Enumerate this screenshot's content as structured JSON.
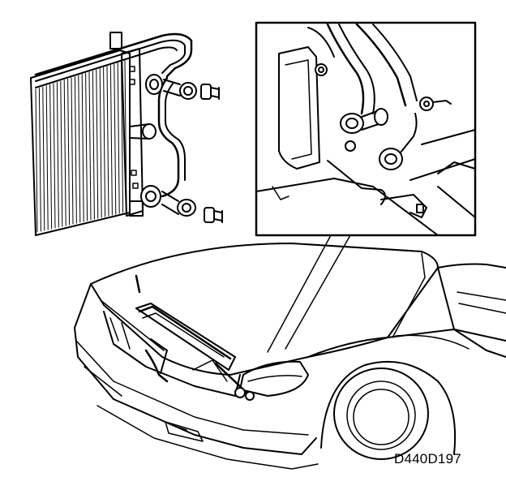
{
  "figure": {
    "code": "D440D197"
  },
  "colors": {
    "ink": "#000000",
    "paper": "#ffffff"
  },
  "parts": {
    "main_view": "vehicle-front-three-quarter",
    "detail_left": "condenser-pipe-connections",
    "detail_right": "engine-bay-pipe-unions"
  }
}
